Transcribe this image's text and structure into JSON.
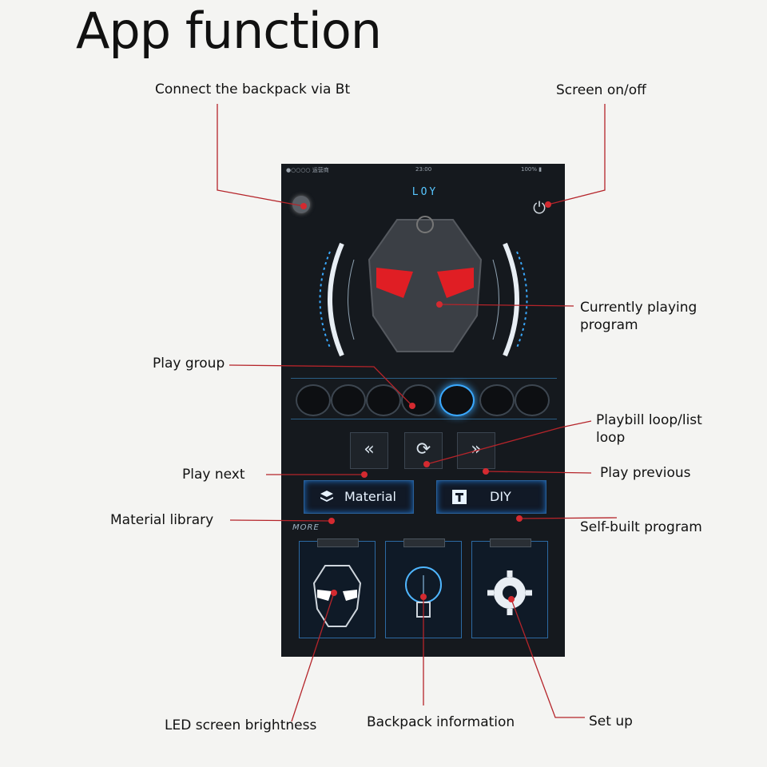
{
  "title": "App function",
  "callouts": {
    "bt": "Connect the backpack via Bt",
    "screen": "Screen on/off",
    "playing": "Currently playing program",
    "play_group": "Play group",
    "playbill_loop": "Playbill loop/list loop",
    "play_next": "Play next",
    "play_previous": "Play previous",
    "material_library": "Material library",
    "self_built": "Self-built program",
    "led_brightness": "LED screen brightness",
    "backpack_info": "Backpack information",
    "setup": "Set up"
  },
  "phone": {
    "status": {
      "carrier": "●○○○○ 运营商",
      "time": "23:00",
      "right": "100% ▮"
    },
    "logo": "LOY",
    "buttons": {
      "material": "Material",
      "diy": "DIY"
    },
    "more": "MORE",
    "controls": {
      "prev": "«",
      "loop": "⟳",
      "next": "»"
    }
  },
  "colors": {
    "accent": "#3aa9ff",
    "leader": "#b5242a",
    "mask_eyes": "#e01e24"
  }
}
